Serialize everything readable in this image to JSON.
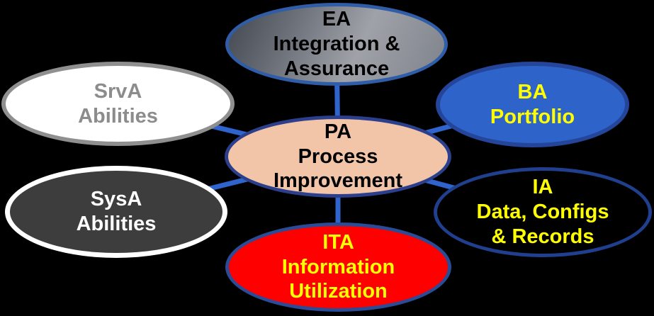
{
  "diagram": {
    "background_color": "#000000",
    "connector_color": "#2e64cc",
    "text_yellow": "#ffff00",
    "nodes": [
      {
        "id": "ea",
        "lines": [
          "EA",
          "Integration &",
          "Assurance"
        ],
        "fill": "gradient-gray #41464f to #9fa2a8",
        "border_color": "#2f5da8",
        "text_color": "#000000"
      },
      {
        "id": "srva",
        "lines": [
          "SrvA",
          "Abilities"
        ],
        "fill": "#ffffff",
        "border_color": "#8f8f8f",
        "text_color": "#8c8c8c"
      },
      {
        "id": "sysa",
        "lines": [
          "SysA",
          "Abilities"
        ],
        "fill": "#3d3d3d",
        "border_color": "#ffffff",
        "text_color": "#ffffff"
      },
      {
        "id": "pa",
        "lines": [
          "PA",
          "Process",
          "Improvement"
        ],
        "fill": "#f2c4a8",
        "border_color": "#2b3f8c",
        "text_color": "#000000"
      },
      {
        "id": "ba",
        "lines": [
          "BA",
          "Portfolio"
        ],
        "fill": "#2e63c9",
        "border_color": "#24459a",
        "text_color": "#ffff00"
      },
      {
        "id": "ia",
        "lines": [
          "IA",
          "Data, Configs",
          "& Records"
        ],
        "fill": "#000000",
        "border_color": "#203f8f",
        "text_color": "#ffff00"
      },
      {
        "id": "ita",
        "lines": [
          "ITA",
          "Information",
          "Utilization"
        ],
        "fill": "#fe0000",
        "border_color": "#2a4b96",
        "text_color": "#ffff00"
      }
    ],
    "connections": [
      "pa-ea",
      "pa-srva",
      "pa-sysa",
      "pa-ba",
      "pa-ia",
      "pa-ita"
    ]
  }
}
